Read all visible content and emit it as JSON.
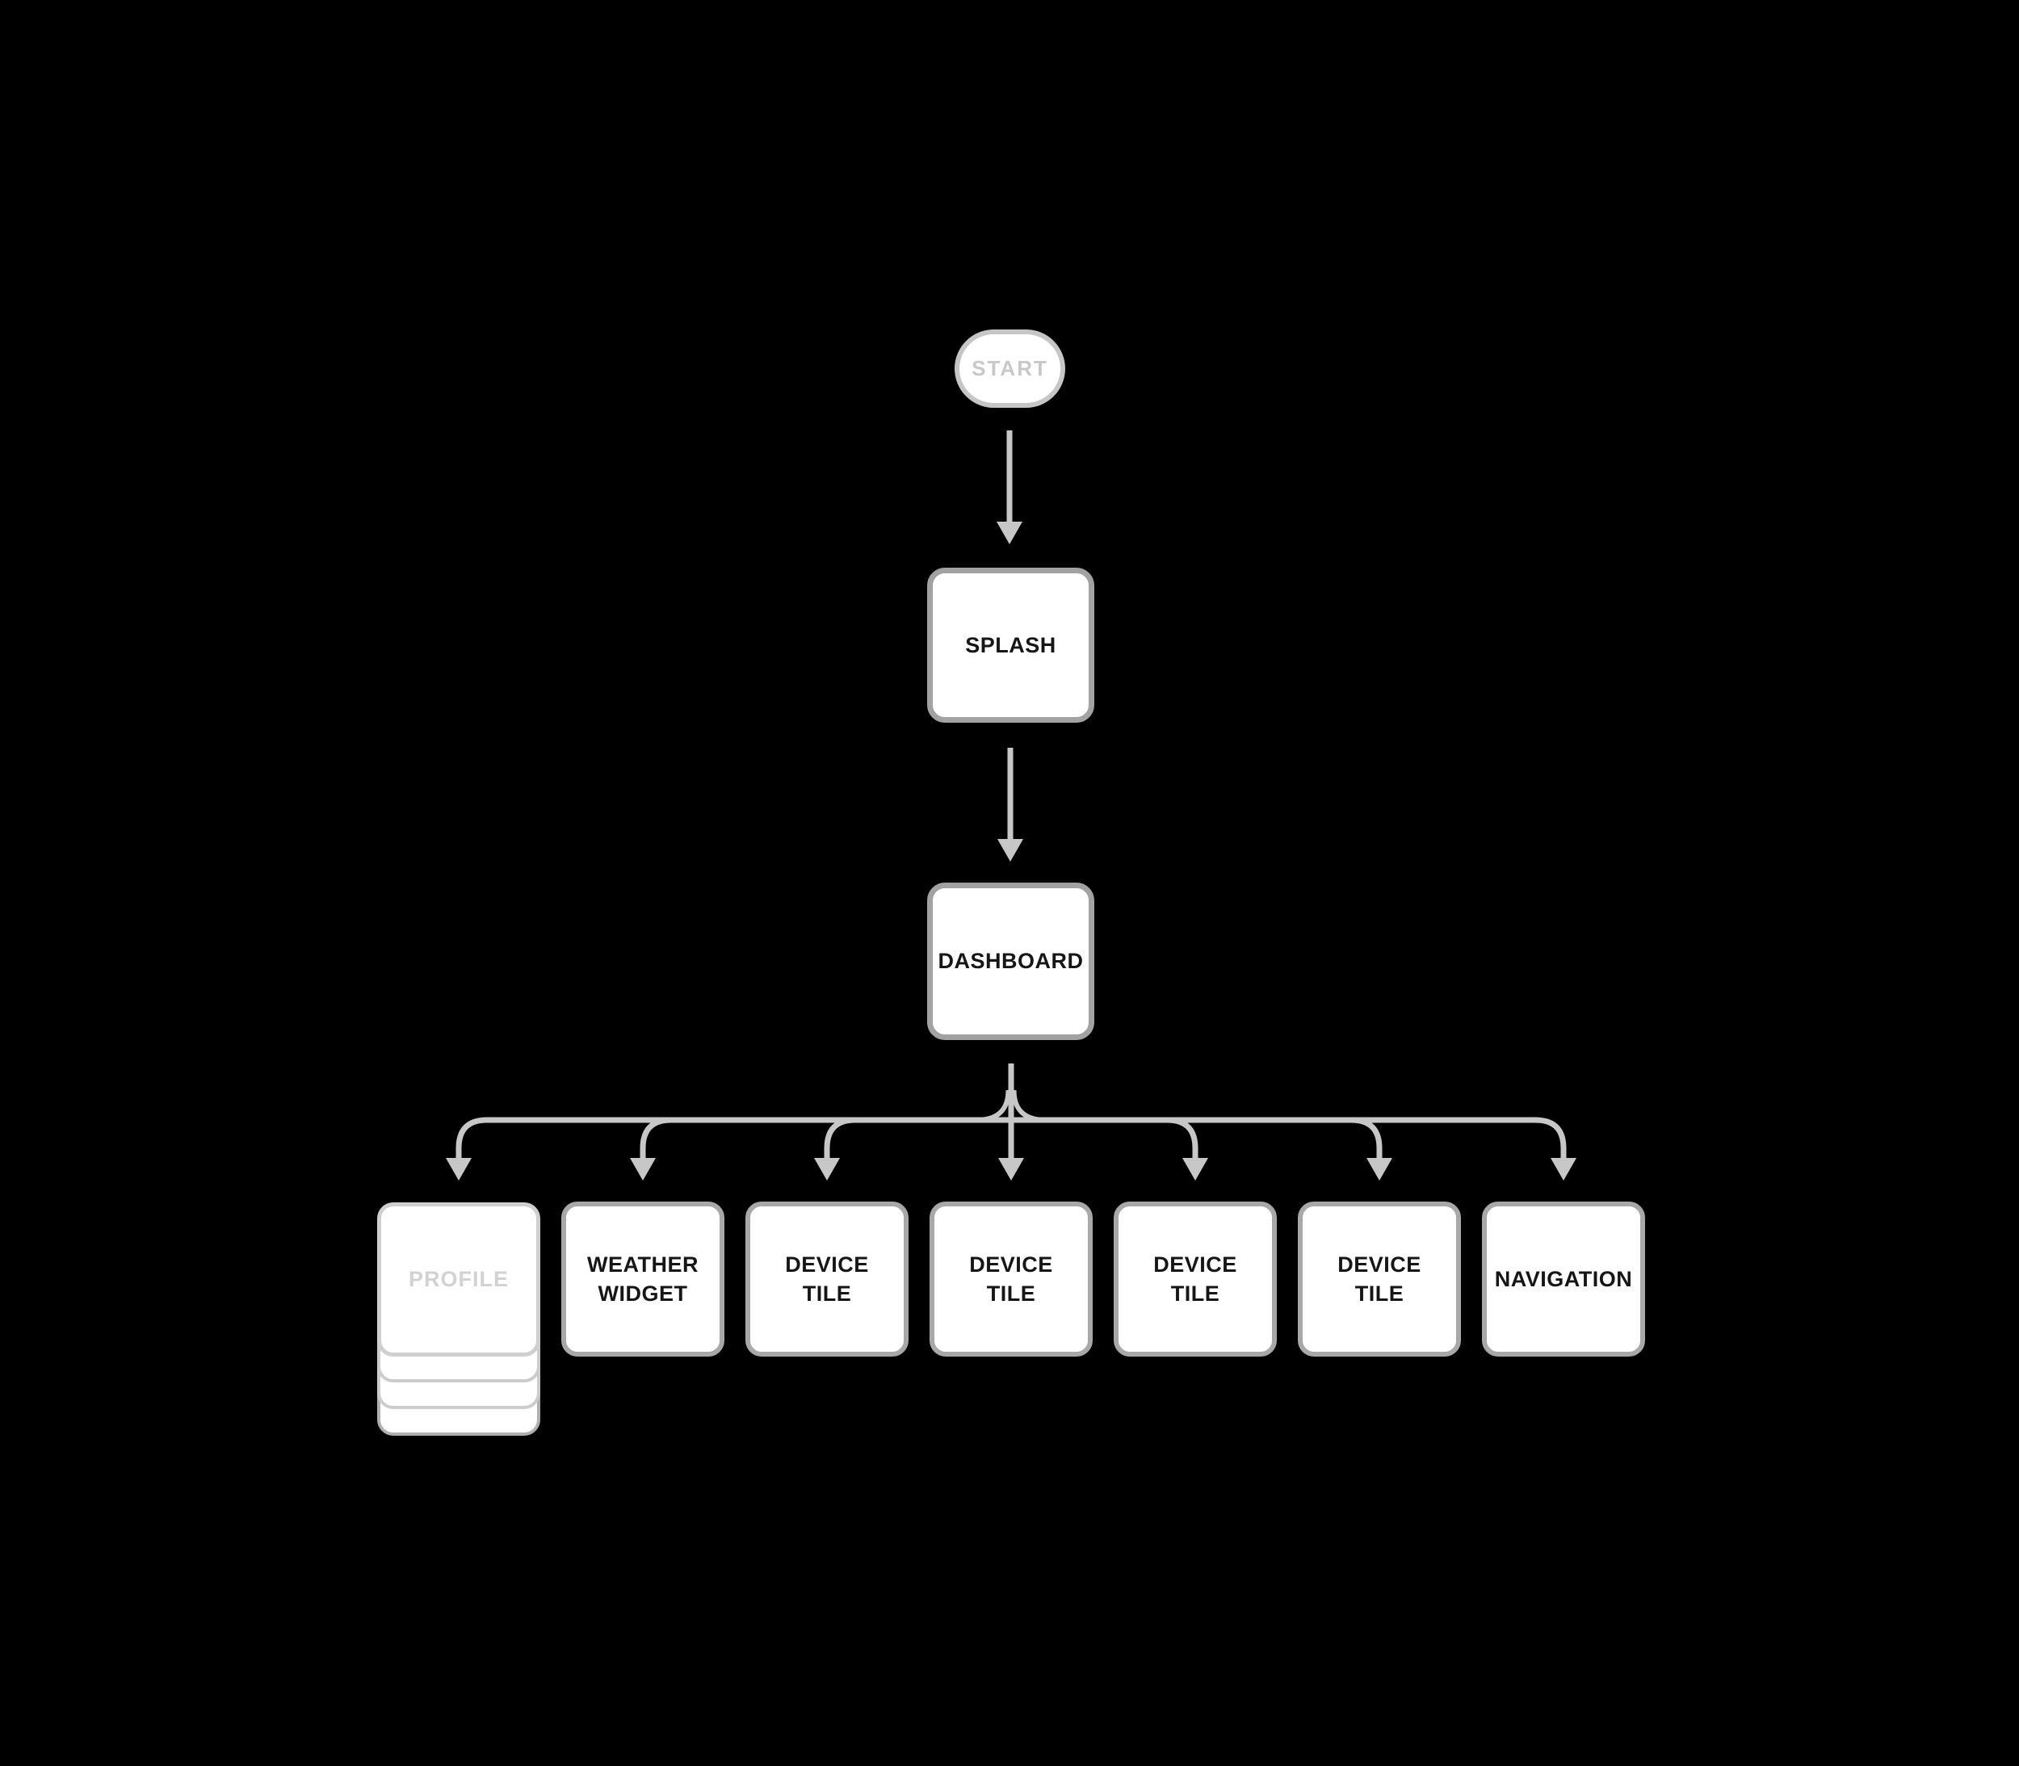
{
  "diagram": {
    "background": "#000000",
    "colors": {
      "connector": "#c7c7c7",
      "node_fill": "#ffffff",
      "node_border": "#a5a5a5",
      "start_border": "#c6c6c6",
      "muted_border": "#cfcfcf",
      "label": "#161616",
      "muted_label": "#d0d0d0"
    },
    "nodes": {
      "start": {
        "label": "START",
        "shape": "pill",
        "muted": true
      },
      "splash": {
        "label": "SPLASH",
        "shape": "rounded-square"
      },
      "dashboard": {
        "label": "DASHBOARD",
        "shape": "rounded-square"
      },
      "profile": {
        "label": "PROFILE",
        "shape": "stacked-cards",
        "muted": true,
        "stack_layers": 3
      },
      "weather_widget": {
        "label": "WEATHER WIDGET",
        "shape": "rounded-square"
      },
      "device_tile_1": {
        "label": "DEVICE TILE",
        "shape": "rounded-square"
      },
      "device_tile_2": {
        "label": "DEVICE TILE",
        "shape": "rounded-square"
      },
      "device_tile_3": {
        "label": "DEVICE TILE",
        "shape": "rounded-square"
      },
      "device_tile_4": {
        "label": "DEVICE TILE",
        "shape": "rounded-square"
      },
      "navigation": {
        "label": "NAVIGATION",
        "shape": "rounded-square"
      }
    },
    "edges": [
      {
        "from": "start",
        "to": "splash"
      },
      {
        "from": "splash",
        "to": "dashboard"
      },
      {
        "from": "dashboard",
        "to": "profile"
      },
      {
        "from": "dashboard",
        "to": "weather_widget"
      },
      {
        "from": "dashboard",
        "to": "device_tile_1"
      },
      {
        "from": "dashboard",
        "to": "device_tile_2"
      },
      {
        "from": "dashboard",
        "to": "device_tile_3"
      },
      {
        "from": "dashboard",
        "to": "device_tile_4"
      },
      {
        "from": "dashboard",
        "to": "navigation"
      }
    ]
  }
}
